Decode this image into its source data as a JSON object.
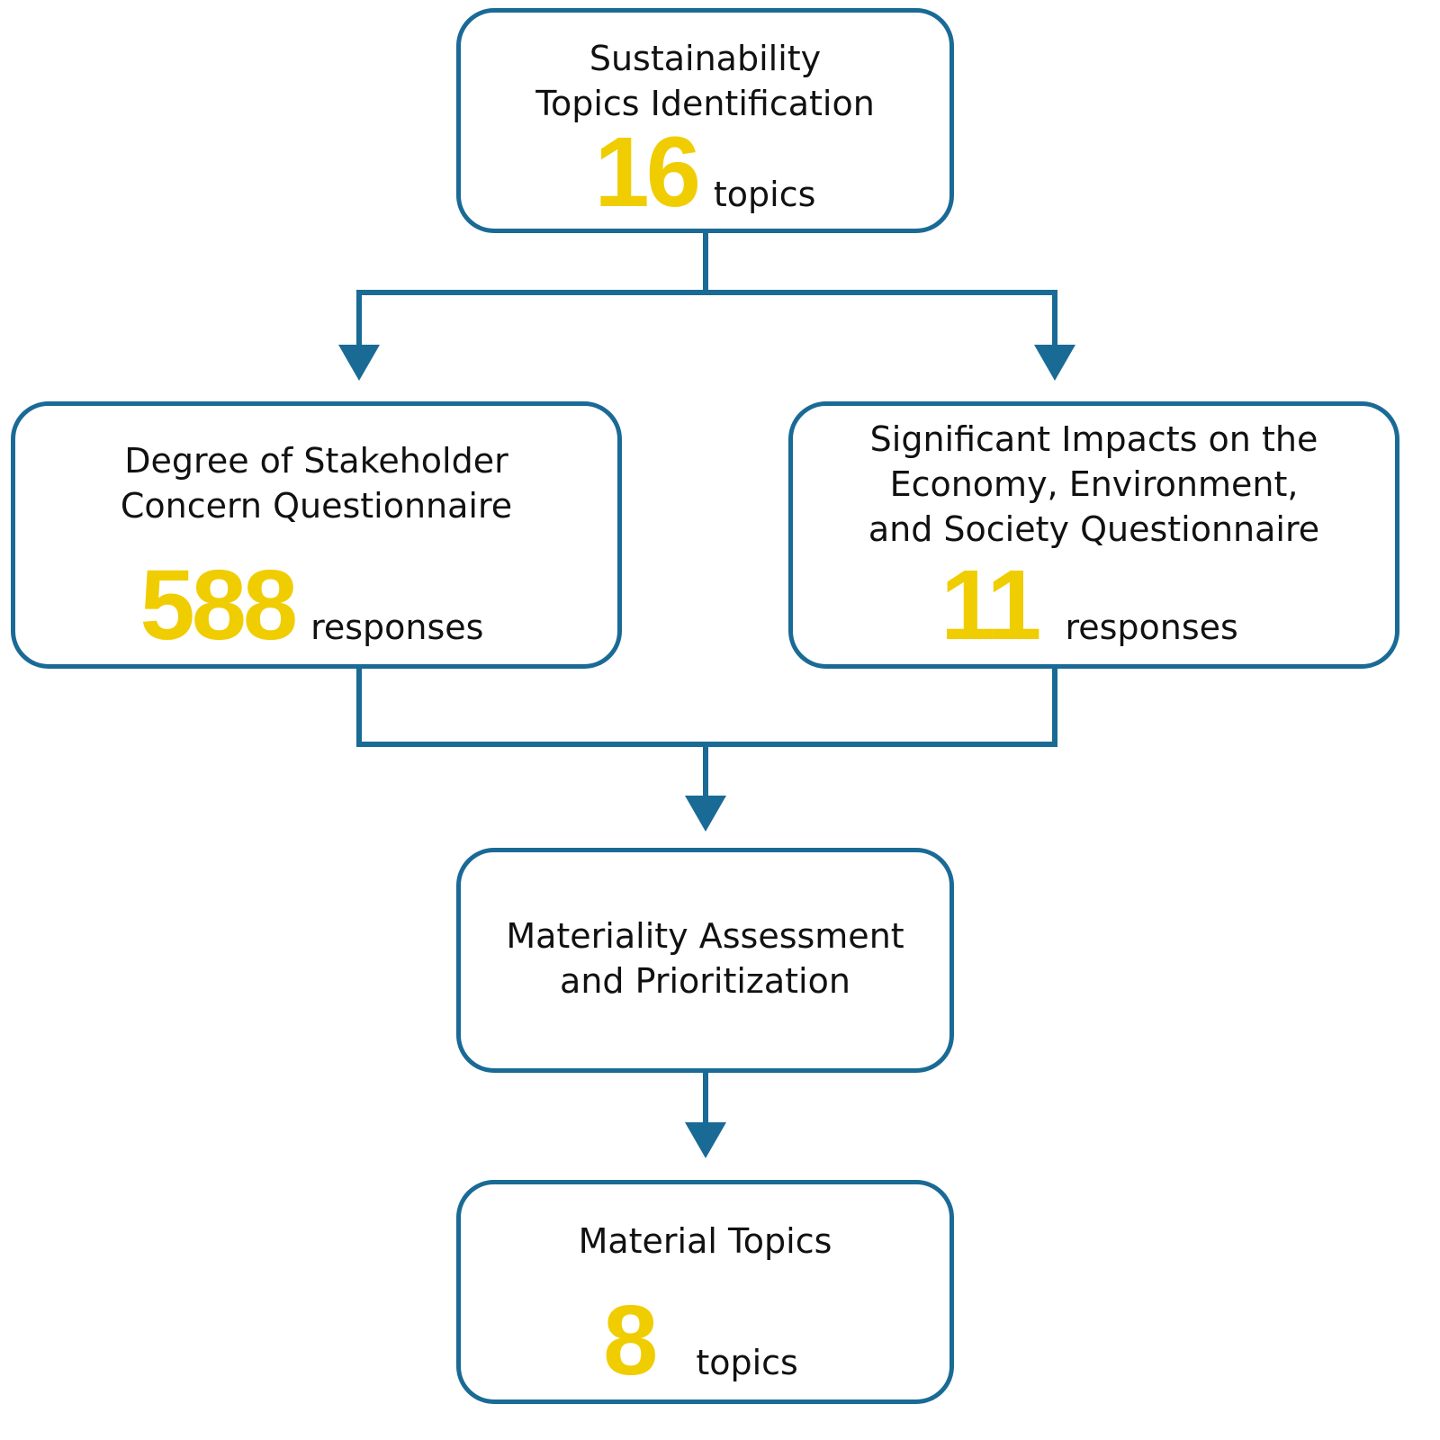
{
  "colors": {
    "border": "#1a6a96",
    "number": "#f0cd00",
    "text": "#111111"
  },
  "nodes": {
    "identification": {
      "title_lines": [
        "Sustainability",
        "Topics Identification"
      ],
      "number": "16",
      "unit": "topics"
    },
    "stakeholder": {
      "title_lines": [
        "Degree of Stakeholder",
        "Concern Questionnaire"
      ],
      "number": "588",
      "unit": "responses"
    },
    "impacts": {
      "title_lines": [
        "Significant Impacts on the",
        "Economy, Environment,",
        "and Society Questionnaire"
      ],
      "number": "11",
      "unit": "responses"
    },
    "assessment": {
      "title_lines": [
        "Materiality Assessment",
        "and Prioritization"
      ]
    },
    "material": {
      "title_lines": [
        "Material Topics"
      ],
      "number": "8",
      "unit": "topics"
    }
  }
}
